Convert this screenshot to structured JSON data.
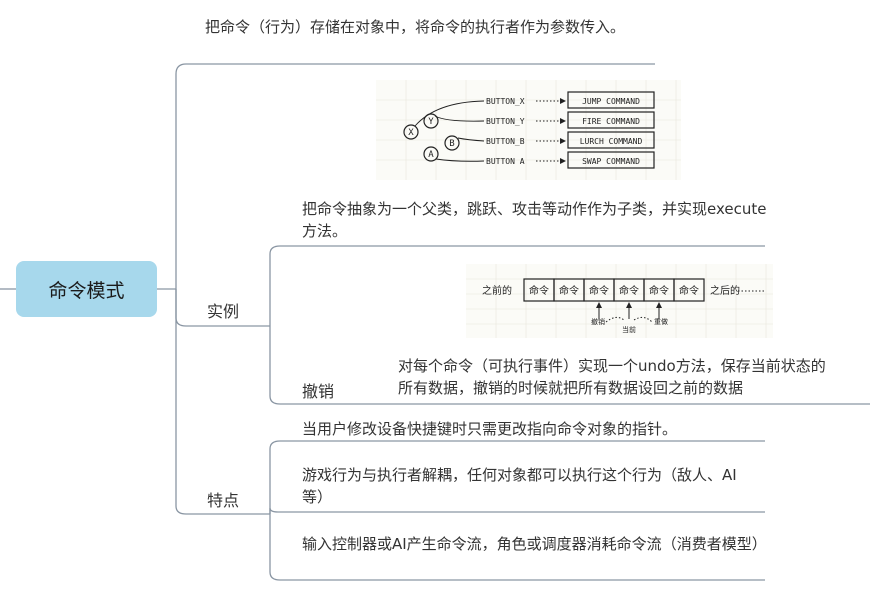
{
  "central_topic": "命令模式",
  "top_note": "把命令（行为）存储在对象中，将命令的执行者作为参数传入。",
  "example": {
    "label": "实例",
    "buttons": [
      "BUTTON_X",
      "BUTTON_Y",
      "BUTTON_B",
      "BUTTON A"
    ],
    "button_glyphs": [
      "X",
      "Y",
      "B",
      "A"
    ],
    "commands": [
      "JUMP COMMAND",
      "FIRE COMMAND",
      "LURCH COMMAND",
      "SWAP COMMAND"
    ],
    "abstraction_note": "把命令抽象为一个父类，跳跃、攻击等动作作为子类，并实现execute方法。",
    "undo": {
      "label": "撤销",
      "before": "之前的",
      "after": "之后的",
      "cells": [
        "命令",
        "命令",
        "命令",
        "命令",
        "命令",
        "命令"
      ],
      "pointer_undo": "撤销",
      "pointer_current": "当前",
      "pointer_redo": "重做",
      "note": "对每个命令（可执行事件）实现一个undo方法，保存当前状态的所有数据，撤销的时候就把所有数据设回之前的数据"
    }
  },
  "features": {
    "label": "特点",
    "items": [
      "当用户修改设备快捷键时只需更改指向命令对象的指针。",
      "游戏行为与执行者解耦，任何对象都可以执行这个行为（敌人、AI等）",
      "输入控制器或AI产生命令流，角色或调度器消耗命令流（消费者模型）"
    ]
  },
  "colors": {
    "central_fill": "#a7d8ec",
    "connector": "#7f8c99",
    "text": "#333333"
  }
}
